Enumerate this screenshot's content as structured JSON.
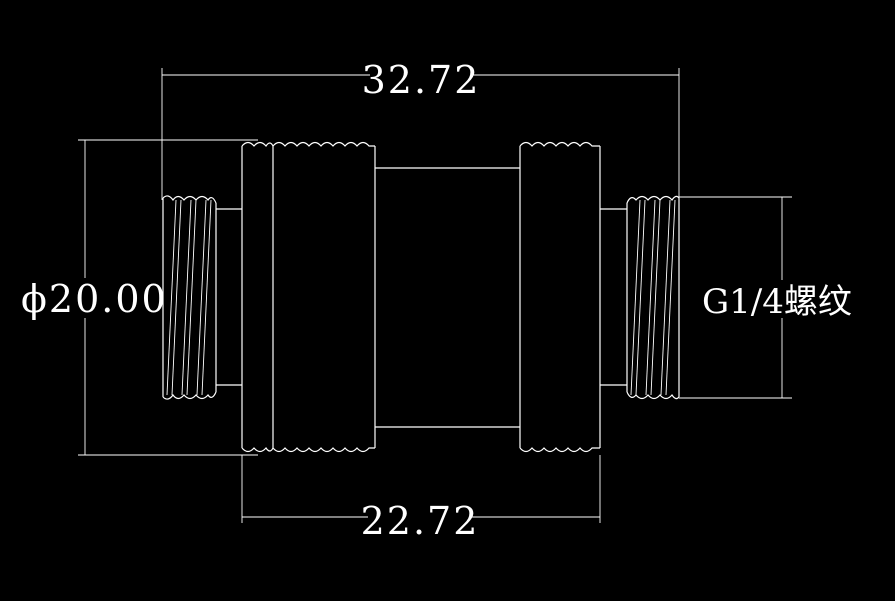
{
  "colors": {
    "background": "#000000",
    "line": "#ffffff"
  },
  "dimensions": {
    "overall_length": "32.72",
    "body_length": "22.72",
    "diameter": "ϕ20.00",
    "thread": "G1/4螺纹"
  }
}
